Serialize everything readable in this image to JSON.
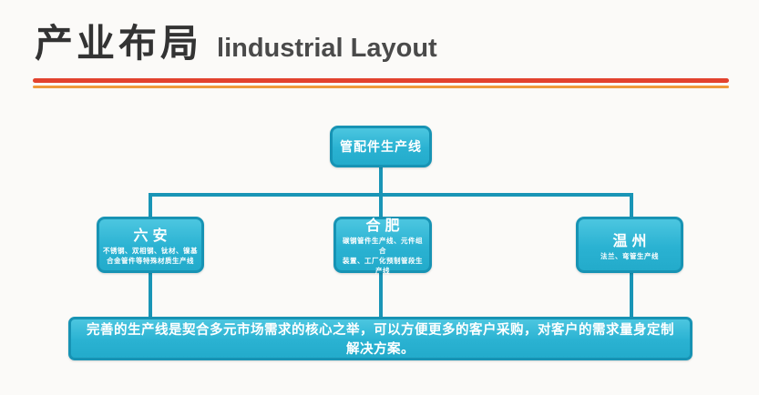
{
  "title": {
    "cn": "产业布局",
    "en": "lindustrial Layout"
  },
  "divider": {
    "top_color": "#e2422e",
    "bottom_color": "#ef9a3c"
  },
  "colors": {
    "node_fill": "#2ab2d2",
    "node_border": "#1793b4",
    "connector": "#1995b6",
    "text": "#ffffff"
  },
  "tree": {
    "root": {
      "label": "管配件生产线"
    },
    "children": [
      {
        "label": "六安",
        "desc_lines": [
          "不锈钢、双相钢、钛材、镍基",
          "合金管件等特殊材质生产线"
        ]
      },
      {
        "label": "合肥",
        "desc_lines": [
          "碳钢管件生产线、元件组合",
          "装置、工厂化预制管段生产线"
        ]
      },
      {
        "label": "温州",
        "desc_lines": [
          "法兰、弯管生产线"
        ]
      }
    ],
    "footer": "完善的生产线是契合多元市场需求的核心之举，可以方便更多的客户采购，对客户的需求量身定制解决方案。"
  }
}
